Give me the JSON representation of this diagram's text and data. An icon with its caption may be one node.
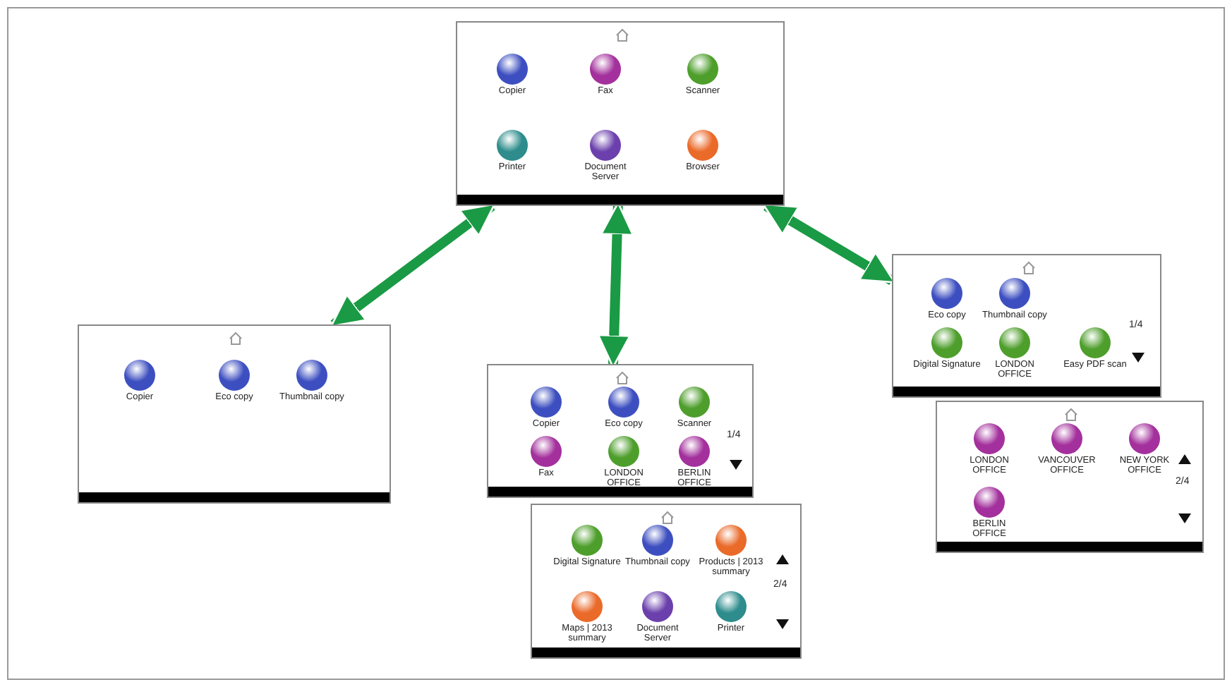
{
  "diagram": {
    "nodes": [
      {
        "text": [
          "Copier",
          "Fax",
          "Scanner",
          "Printer",
          "Document Server",
          "Browser"
        ]
      },
      {
        "text": [
          "Copier",
          "Eco copy",
          "Thumbnail copy"
        ]
      },
      {
        "text": [
          "Copier",
          "Eco copy",
          "Scanner",
          "Fax",
          "LONDON OFFICE",
          "BERLIN OFFICE",
          "1/4"
        ]
      },
      {
        "text": [
          "Digital Signature",
          "Thumbnail copy",
          "Products | 2013 summary",
          "Maps | 2013 summary",
          "Document Server",
          "Printer",
          "2/4"
        ]
      },
      {
        "text": [
          "Eco copy",
          "Thumbnail copy",
          "Digital Signature",
          "LONDON OFFICE",
          "Easy PDF scan",
          "1/4"
        ]
      },
      {
        "text": [
          "LONDON OFFICE",
          "VANCOUVER OFFICE",
          "NEW YORK OFFICE",
          "BERLIN OFFICE",
          "2/4"
        ]
      }
    ],
    "edges": [
      {
        "from": 0,
        "to": 1,
        "arrow": "both"
      },
      {
        "from": 0,
        "to": 2,
        "arrow": "both"
      },
      {
        "from": 0,
        "to": 4,
        "arrow": "both"
      }
    ]
  }
}
